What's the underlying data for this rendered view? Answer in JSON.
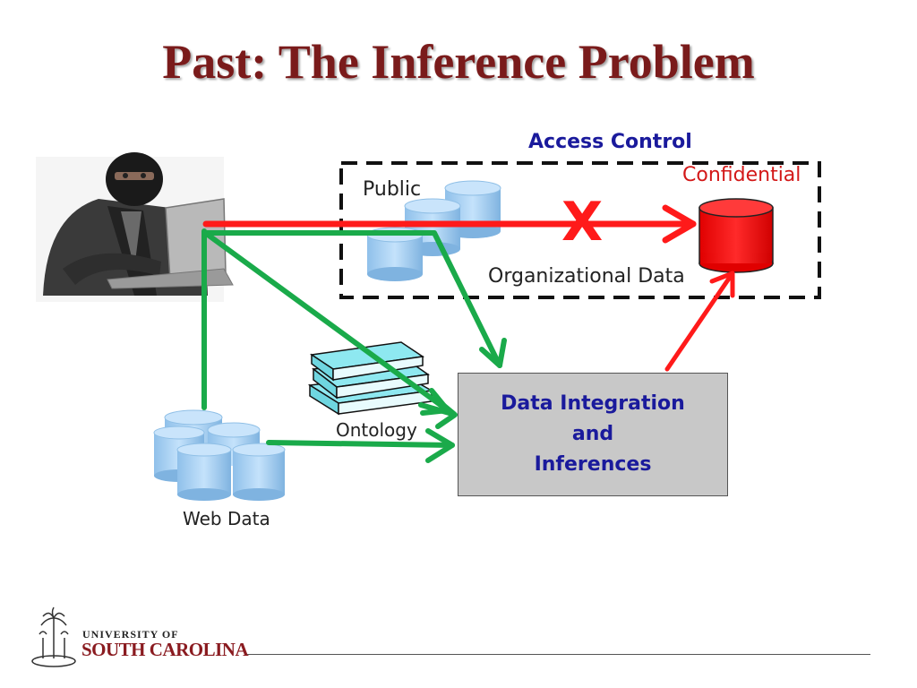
{
  "title": "Past: The Inference Problem",
  "labels": {
    "access_control": "Access Control",
    "confidential": "Confidential",
    "public": "Public",
    "organizational_data": "Organizational Data",
    "x_mark": "X",
    "ontology": "Ontology",
    "web_data": "Web Data"
  },
  "integration_box": {
    "line1": "Data Integration",
    "line2": "and",
    "line3": "Inferences"
  },
  "footer": {
    "university_small": "UNIVERSITY OF",
    "university_big": "SOUTH CAROLINA"
  },
  "colors": {
    "title": "#7a1b1b",
    "green_arrow": "#1aaa4a",
    "red_arrow": "#ff1a1a",
    "blue_text": "#1a1a9c",
    "confidential_db": "#ff0000",
    "public_db": "#a8d0f0",
    "books": "#8ee8f0"
  }
}
